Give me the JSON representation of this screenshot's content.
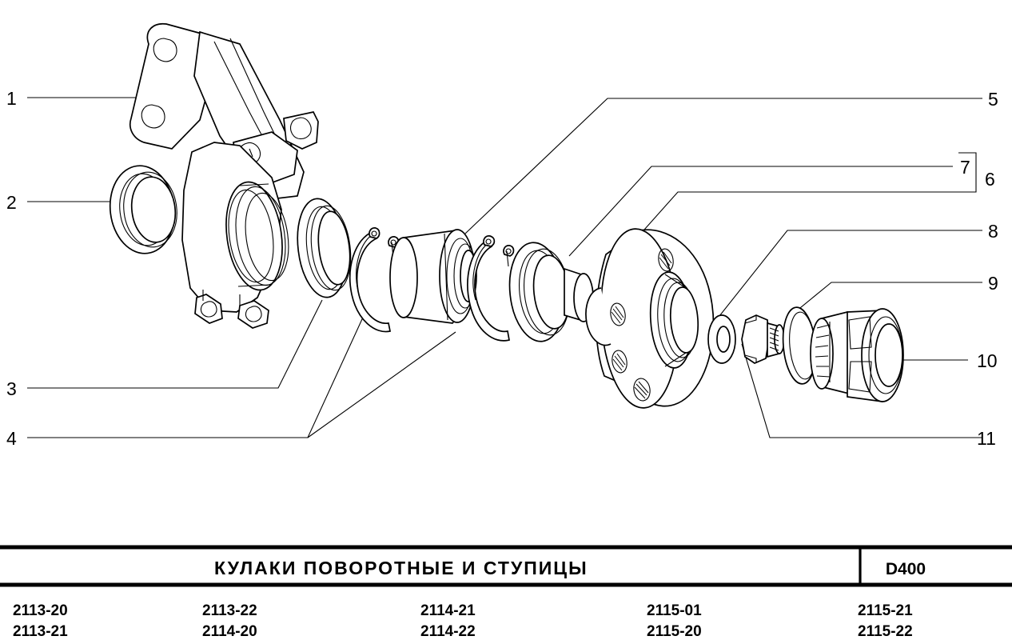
{
  "document": {
    "type": "exploded-parts-diagram",
    "language": "ru"
  },
  "callouts": {
    "left": [
      {
        "id": "1",
        "label": "1"
      },
      {
        "id": "2",
        "label": "2"
      },
      {
        "id": "3",
        "label": "3"
      },
      {
        "id": "4",
        "label": "4"
      }
    ],
    "right": [
      {
        "id": "5",
        "label": "5"
      },
      {
        "id": "7",
        "label": "7"
      },
      {
        "id": "6",
        "label": "6"
      },
      {
        "id": "8",
        "label": "8"
      },
      {
        "id": "9",
        "label": "9"
      },
      {
        "id": "10",
        "label": "10"
      },
      {
        "id": "11",
        "label": "11"
      }
    ]
  },
  "title_bar": {
    "title": "КУЛАКИ   ПОВОРОТНЫЕ   И   СТУПИЦЫ",
    "code": "D400"
  },
  "model_table": {
    "columns": [
      {
        "values": [
          "2113-20",
          "2113-21"
        ]
      },
      {
        "values": [
          "2113-22",
          "2114-20"
        ]
      },
      {
        "values": [
          "2114-21",
          "2114-22"
        ]
      },
      {
        "values": [
          "2115-01",
          "2115-20"
        ]
      },
      {
        "values": [
          "2115-21",
          "2115-22"
        ]
      }
    ]
  },
  "colors": {
    "ink": "#000000",
    "paper": "#ffffff"
  }
}
